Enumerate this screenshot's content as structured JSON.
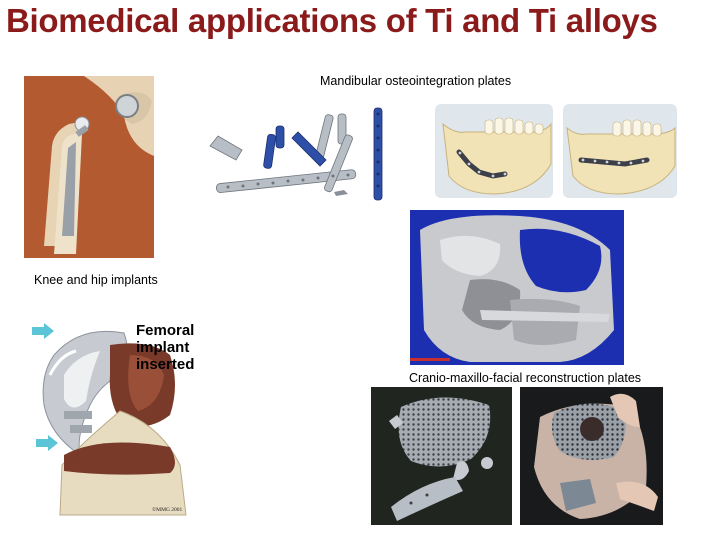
{
  "slide": {
    "title": "Biomedical applications of Ti and Ti alloys",
    "captions": {
      "mandibular": "Mandibular osteointegration plates",
      "knee_hip": "Knee and hip implants",
      "cranio": "Cranio-maxillo-facial reconstruction plates"
    },
    "figure_labels": {
      "femoral": [
        "Femoral",
        "implant",
        "inserted"
      ],
      "copyright": "©MMG 2001"
    }
  },
  "colors": {
    "title": "#8b1a1a",
    "plate_blue": "#2e4fa8",
    "steel": "#b8bec6"
  }
}
